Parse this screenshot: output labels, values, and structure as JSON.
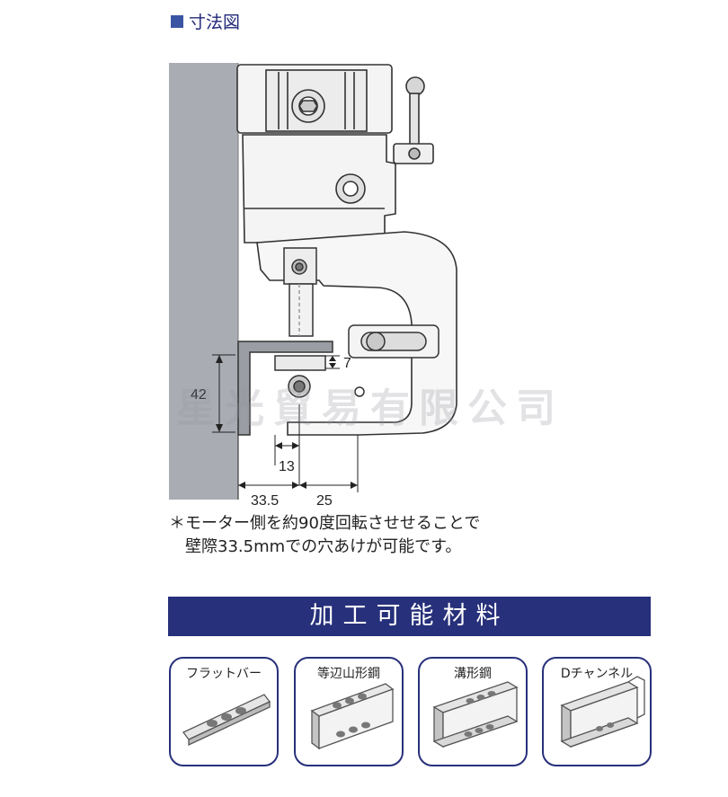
{
  "section": {
    "title": "寸法図",
    "square_color": "#3a56a3"
  },
  "dimensions": {
    "d42": "42",
    "d7": "7",
    "d13": "13",
    "d33_5": "33.5",
    "d25": "25"
  },
  "watermark": "星光貿易有限公司",
  "notes": {
    "line1": "＊モーター側を約90度回転させせることで",
    "line2": "壁際33.5mmでの穴あけが可能です。"
  },
  "materials": {
    "heading": "加工可能材料",
    "items": [
      {
        "label": "フラットバー",
        "icon": "flat-bar-icon"
      },
      {
        "label": "等辺山形鋼",
        "icon": "angle-steel-icon"
      },
      {
        "label": "溝形鋼",
        "icon": "channel-steel-icon"
      },
      {
        "label": "Dチャンネル",
        "icon": "d-channel-icon"
      }
    ]
  },
  "colors": {
    "navy": "#27307a",
    "wall": "#a9acb3",
    "body": "#f4f4f4"
  }
}
